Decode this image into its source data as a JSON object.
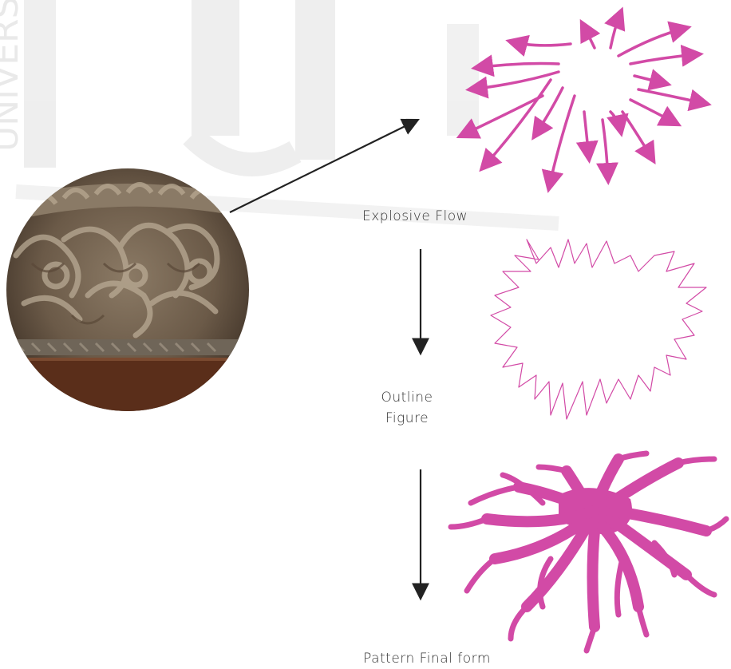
{
  "diagram": {
    "labels": {
      "explosive_flow": "Explosive Flow",
      "outline_line1": "Outline",
      "outline_line2": "Figure",
      "pattern_final": "Pattern Final form"
    },
    "watermark_text": "UNIVERSITAS",
    "colors": {
      "accent_magenta": "#d24aa6",
      "arrow_dark": "#222222",
      "watermark_gray": "#cfcfcf",
      "wood_dark": "#4a3a2c",
      "wood_light": "#9a8a74"
    }
  }
}
